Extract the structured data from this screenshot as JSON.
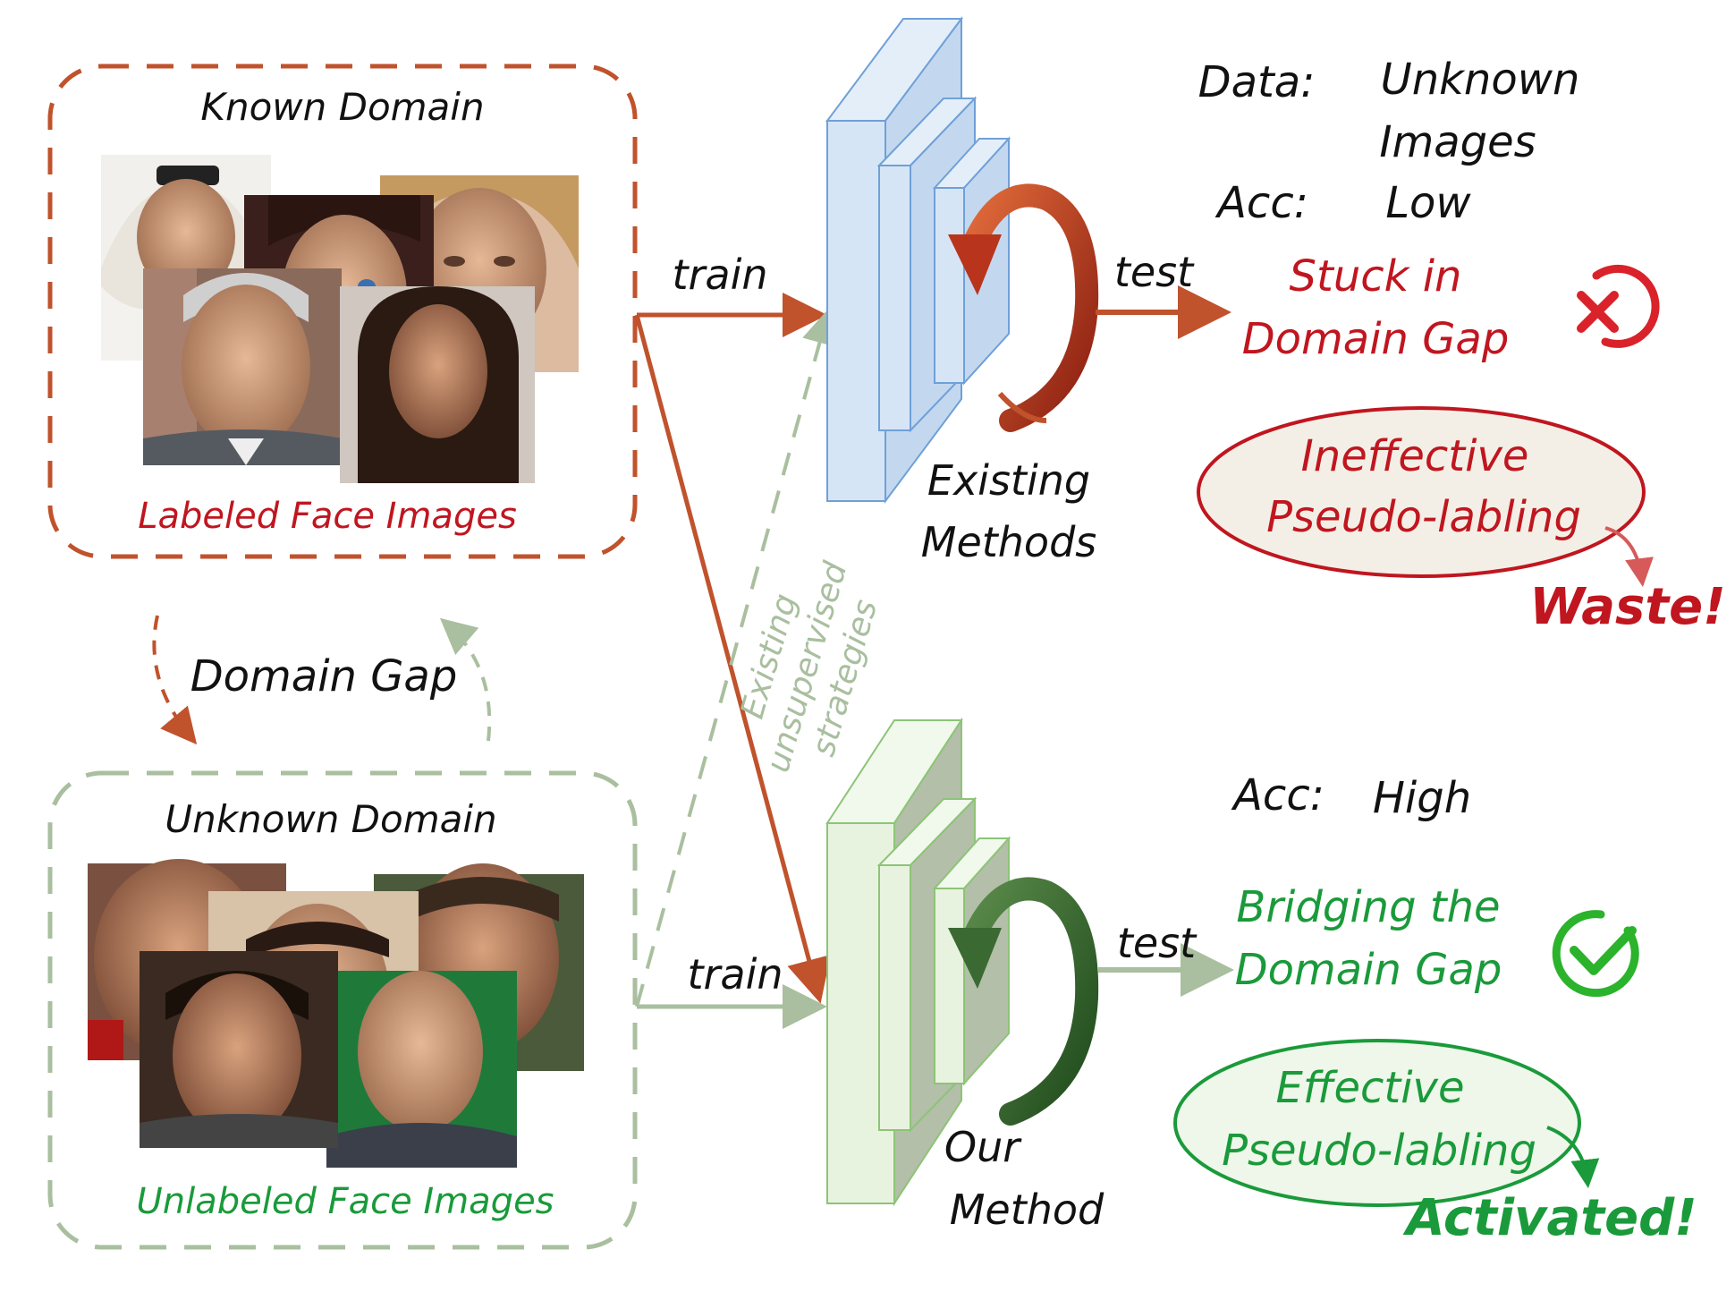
{
  "colors": {
    "known": "#c0522c",
    "unknown": "#a9bf9f",
    "red_text": "#c0161f",
    "green_text": "#1a9a3a",
    "strategy_text": "#a9bf9f",
    "blue_block": "#cfe2f5",
    "green_block": "#e8f3df"
  },
  "known_domain": {
    "title": "Known Domain",
    "caption": "Labeled Face Images",
    "photos": [
      "face-photo-man-headscarf",
      "face-photo-young-man",
      "face-photo-blonde-woman",
      "face-photo-older-man",
      "face-photo-dark-hair-woman"
    ]
  },
  "unknown_domain": {
    "title": "Unknown Domain",
    "caption": "Unlabeled Face Images",
    "photos": [
      "face-photo-man-cropped",
      "face-photo-man-glasses",
      "face-photo-woman-outdoor",
      "face-photo-man-smiling",
      "face-photo-man-news"
    ]
  },
  "domain_gap_label": "Domain Gap",
  "train_label_top": "train",
  "train_label_bottom": "train",
  "test_label_top": "test",
  "test_label_bottom": "test",
  "strategies_label": [
    "Existing",
    "unsupervised",
    "strategies"
  ],
  "existing_methods": {
    "label_line1": "Existing",
    "label_line2": "Methods",
    "data_key": "Data:",
    "data_value_line1": "Unknown",
    "data_value_line2": "Images",
    "acc_key": "Acc:",
    "acc_value": "Low",
    "result_line1": "Stuck in",
    "result_line2": "Domain Gap",
    "result_icon": "cross-circle-icon",
    "pseudo_line1": "Ineffective",
    "pseudo_line2": "Pseudo-labling",
    "outcome": "Waste!"
  },
  "our_method": {
    "label_line1": "Our",
    "label_line2": "Method",
    "acc_key": "Acc:",
    "acc_value": "High",
    "result_line1": "Bridging the",
    "result_line2": "Domain Gap",
    "result_icon": "check-circle-icon",
    "pseudo_line1": "Effective",
    "pseudo_line2": "Pseudo-labling",
    "outcome": "Activated!"
  }
}
